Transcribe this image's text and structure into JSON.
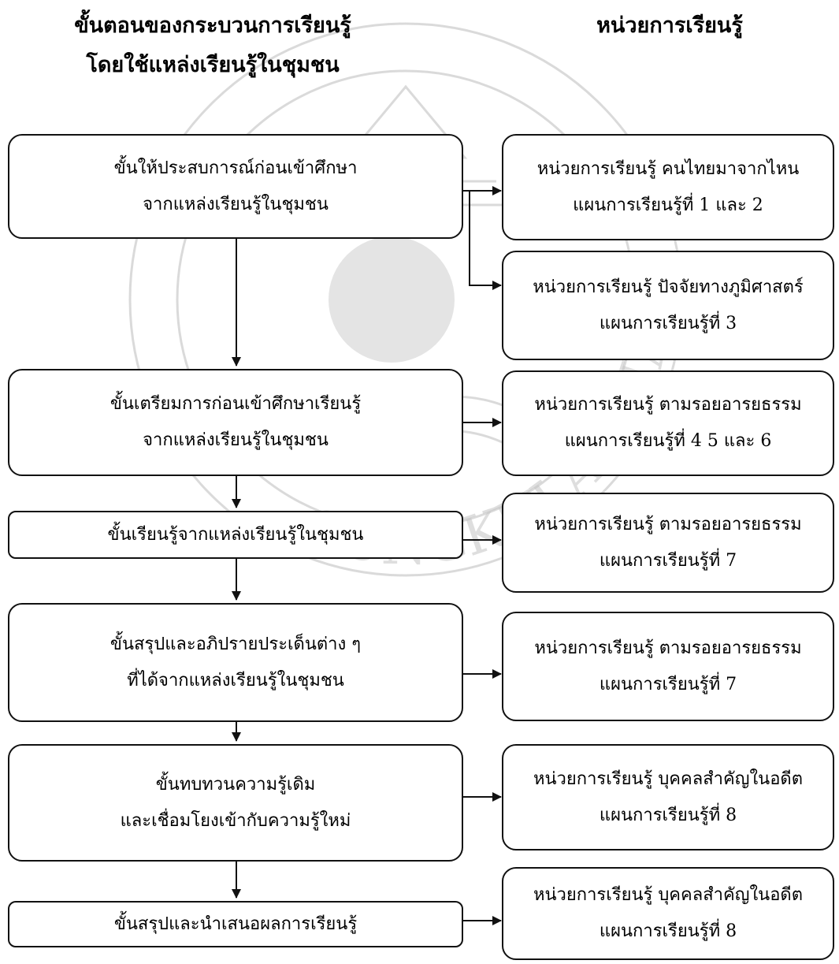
{
  "headings": {
    "process_line1": "ขั้นตอนของกระบวนการเรียนรู้",
    "process_line2": "โดยใช้แหล่งเรียนรู้ในชุมชน",
    "units": "หน่วยการเรียนรู้"
  },
  "steps": [
    {
      "line1": "ขั้นให้ประสบการณ์ก่อนเข้าศึกษา",
      "line2": "จากแหล่งเรียนรู้ในชุมชน"
    },
    {
      "line1": "ขั้นเตรียมการก่อนเข้าศึกษาเรียนรู้",
      "line2": "จากแหล่งเรียนรู้ในชุมชน"
    },
    {
      "line1": "ขั้นเรียนรู้จากแหล่งเรียนรู้ในชุมชน",
      "line2": ""
    },
    {
      "line1": "ขั้นสรุปและอภิปรายประเด็นต่าง ๆ",
      "line2": "ที่ได้จากแหล่งเรียนรู้ในชุมชน"
    },
    {
      "line1": "ขั้นทบทวนความรู้เดิม",
      "line2": "และเชื่อมโยงเข้ากับความรู้ใหม่"
    },
    {
      "line1": "ขั้นสรุปและนำเสนอผลการเรียนรู้",
      "line2": ""
    }
  ],
  "units": [
    {
      "line1": "หน่วยการเรียนรู้ คนไทยมาจากไหน",
      "line2": "แผนการเรียนรู้ที่ 1 และ 2"
    },
    {
      "line1": "หน่วยการเรียนรู้  ปัจจัยทางภูมิศาสตร์",
      "line2": "แผนการเรียนรู้ที่ 3"
    },
    {
      "line1": "หน่วยการเรียนรู้ ตามรอยอารยธรรม",
      "line2": "แผนการเรียนรู้ที่ 4 5 และ 6"
    },
    {
      "line1": "หน่วยการเรียนรู้ ตามรอยอารยธรรม",
      "line2": "แผนการเรียนรู้ที่ 7"
    },
    {
      "line1": "หน่วยการเรียนรู้ ตามรอยอารยธรรม",
      "line2": "แผนการเรียนรู้ที่ 7"
    },
    {
      "line1": "หน่วยการเรียนรู้ บุคคลสำคัญในอดีต",
      "line2": "แผนการเรียนรู้ที่ 8"
    },
    {
      "line1": "หน่วยการเรียนรู้ บุคคลสำคัญในอดีต",
      "line2": "แผนการเรียนรู้ที่ 8"
    }
  ],
  "watermark": {
    "text": "SONGKHLA RAJABHAT UNIVERSITY",
    "color": "#b4b4b4"
  },
  "colors": {
    "line": "#111111"
  }
}
